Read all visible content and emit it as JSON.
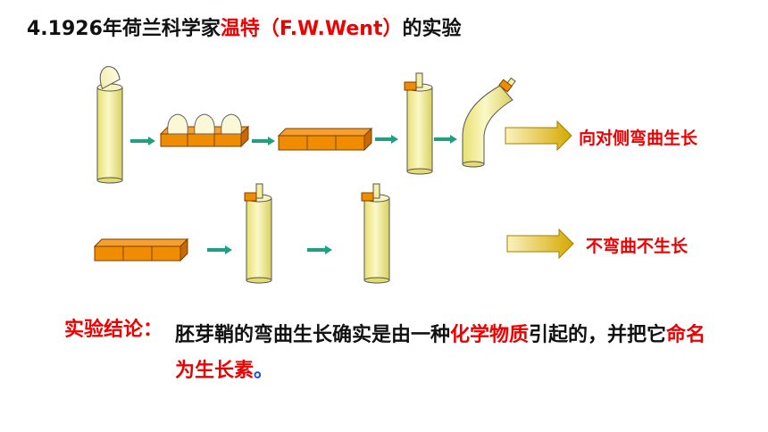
{
  "title": {
    "prefix": "4.1926年荷兰科学家",
    "highlight": "温特（F.W.Went）",
    "suffix": "的实验"
  },
  "results": {
    "top": "向对侧弯曲生长",
    "bottom": "不弯曲不生长"
  },
  "conclusion": {
    "label": "实验结论：",
    "part1": "胚芽鞘的弯曲生长确实是由一种",
    "highlight1": "化学物质",
    "part2": "引起的，并把它",
    "highlight2": "命名为生长素",
    "end": "。"
  },
  "colors": {
    "title_highlight": "#ee0000",
    "coleoptile_fill": "#f4f0a0",
    "agar_fill": "#f08c00",
    "small_arrow": "#20a080",
    "big_arrow": "#e8c040"
  }
}
